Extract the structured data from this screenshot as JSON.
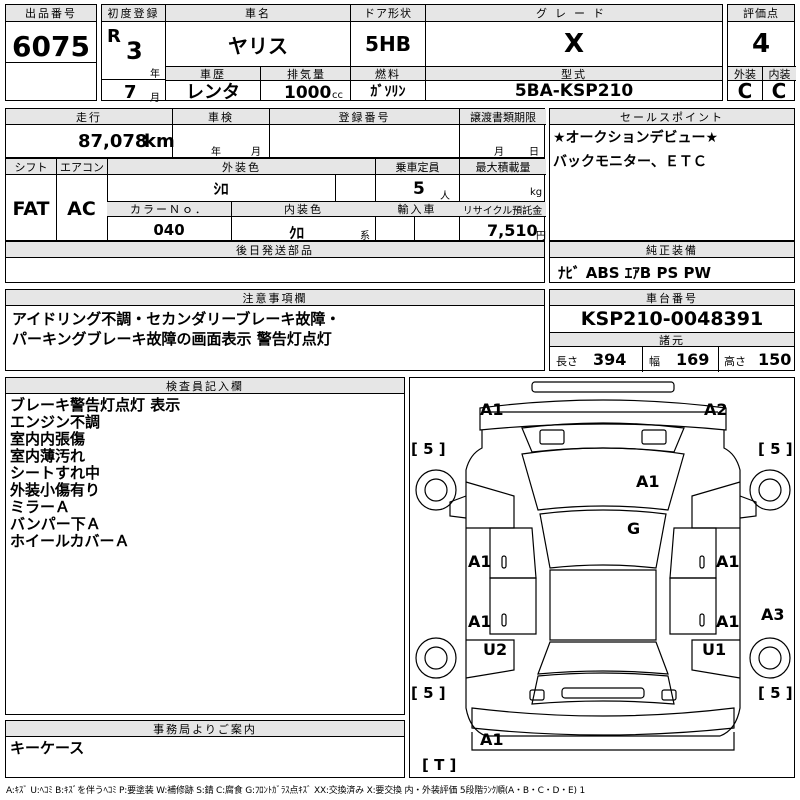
{
  "lot_number": {
    "label": "出品番号",
    "value": "6075"
  },
  "first_registration": {
    "label": "初度登録",
    "era": "R",
    "year": "3",
    "year_unit": "年",
    "month": "7",
    "month_unit": "月"
  },
  "car_name": {
    "label": "車名",
    "value": "ヤリス"
  },
  "door_type": {
    "label": "ドア形状",
    "value": "5HB"
  },
  "grade": {
    "label": "グレード",
    "value": "X"
  },
  "score": {
    "label": "評価点",
    "value": "4",
    "exterior_label": "外装",
    "exterior": "C",
    "interior_label": "内装",
    "interior": "C"
  },
  "history": {
    "label": "車歴",
    "value": "レンタ"
  },
  "displacement": {
    "label": "排気量",
    "value": "1000",
    "unit": "cc"
  },
  "fuel": {
    "label": "燃料",
    "value": "ｶﾞｿﾘﾝ"
  },
  "model_code": {
    "label": "型式",
    "value": "5BA-KSP210"
  },
  "mileage": {
    "label": "走行",
    "value": "87,078",
    "unit": "km"
  },
  "inspection": {
    "label": "車検",
    "year_unit": "年",
    "month_unit": "月"
  },
  "registration_number": {
    "label": "登録番号"
  },
  "transfer_deadline": {
    "label": "譲渡書類期限",
    "month_unit": "月",
    "day_unit": "日"
  },
  "sales_point": {
    "label": "セールスポイント",
    "lines": [
      "★オークションデビュー★",
      "バックモニター、ＥＴＣ"
    ]
  },
  "shift": {
    "label": "シフト",
    "value": "FAT"
  },
  "aircon": {
    "label": "エアコン",
    "value": "AC"
  },
  "exterior_color": {
    "label": "外装色",
    "value": "ｼﾛ"
  },
  "capacity": {
    "label": "乗車定員",
    "value": "5",
    "unit": "人"
  },
  "max_load": {
    "label": "最大積載量",
    "unit": "kg"
  },
  "color_no": {
    "label": "カラーＮｏ．",
    "value": "040"
  },
  "interior_color": {
    "label": "内装色",
    "value": "ｸﾛ",
    "unit": "系"
  },
  "import": {
    "label": "輸入車"
  },
  "recycle": {
    "label": "リサイクル預託金",
    "value": "7,510",
    "unit": "円"
  },
  "later_parts": {
    "label": "後日発送部品"
  },
  "equipment": {
    "label": "純正装備",
    "value": "ﾅﾋﾞ ABS ｴｱB PS PW"
  },
  "cautions": {
    "label": "注意事項欄",
    "lines": [
      "アイドリング不調・セカンダリーブレーキ故障・",
      "パーキングブレーキ故障の画面表示 警告灯点灯"
    ]
  },
  "chassis": {
    "label": "車台番号",
    "value": "KSP210-0048391"
  },
  "specs": {
    "label": "諸元",
    "length_label": "長さ",
    "length": "394",
    "width_label": "幅",
    "width": "169",
    "height_label": "高さ",
    "height": "150"
  },
  "inspector": {
    "label": "検査員記入欄",
    "lines": [
      "ブレーキ警告灯点灯 表示",
      "エンジン不調",
      "室内内張傷",
      "室内薄汚れ",
      "シートすれ中",
      "外装小傷有り",
      "ミラーＡ",
      "バンパー下Ａ",
      "ホイールカバーＡ"
    ]
  },
  "office": {
    "label": "事務局よりご案内",
    "lines": [
      "キーケース"
    ]
  },
  "diagram": {
    "marks": {
      "front_left": "A1",
      "front_right": "A2",
      "hood": "A1",
      "windshield": "G",
      "left_front_door": "A1",
      "right_front_door": "A1",
      "left_rear_door": "A1",
      "right_rear_door": "A1",
      "right_rear_side": "A3",
      "left_rear_wheel": "U2",
      "right_rear_wheel": "U1",
      "rear": "A1"
    },
    "tires": {
      "front_left": "[ 5 ]",
      "front_right": "[ 5 ]",
      "rear_left": "[ 5 ]",
      "rear_right": "[ 5 ]",
      "spare": "[ T ]"
    }
  },
  "legend": "A:ｷｽﾞ U:ﾍｺﾐ B:ｷｽﾞを伴うﾍｺﾐ P:要塗装 W:補修跡 S:錆 C:腐食 G:ﾌﾛﾝﾄｶﾞﾗｽ点ｷｽﾞ XX:交換済み X:要交換 内・外装評価 5段階ﾗﾝｸ順(A・B・C・D・E) 1"
}
